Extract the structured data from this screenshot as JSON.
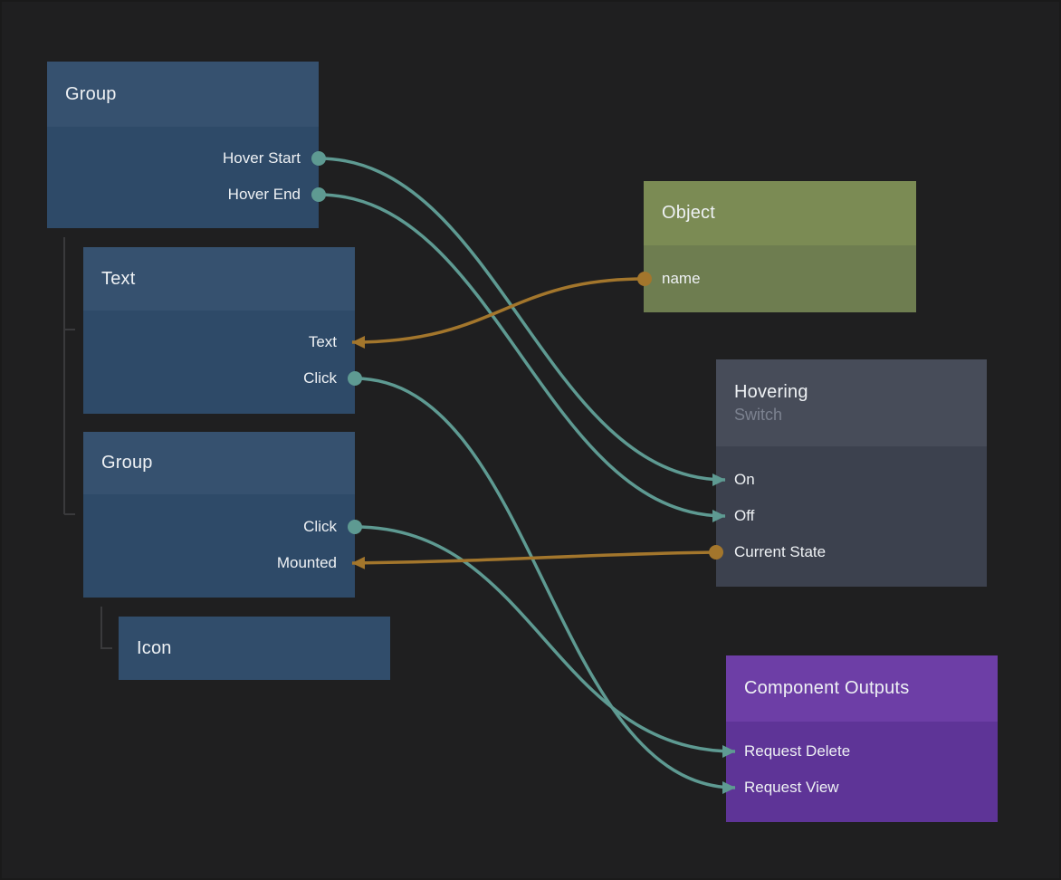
{
  "canvas": {
    "background": "#1f1f20"
  },
  "colors": {
    "signal_wire": "#5e9a92",
    "data_wire": "#a3762c",
    "tree_line": "#3a3a3c",
    "node_blue_header": "#36516f",
    "node_blue_body": "#2e4a68",
    "node_green_header": "#7b8b54",
    "node_green_body": "#6e7d50",
    "node_gray_header": "#474c59",
    "node_gray_body": "#3c414e",
    "node_purple_header": "#6d3ea6",
    "node_purple_body": "#5e3497",
    "title_text": "#eef1f4",
    "subtitle_text": "#7c8290"
  },
  "nodes": {
    "group1": {
      "title": "Group",
      "ports": [
        {
          "label": "Hover Start",
          "kind": "signal-output"
        },
        {
          "label": "Hover End",
          "kind": "signal-output"
        }
      ]
    },
    "text1": {
      "title": "Text",
      "ports": [
        {
          "label": "Text",
          "kind": "data-input"
        },
        {
          "label": "Click",
          "kind": "signal-output"
        }
      ]
    },
    "group2": {
      "title": "Group",
      "ports": [
        {
          "label": "Click",
          "kind": "signal-output"
        },
        {
          "label": "Mounted",
          "kind": "data-input"
        }
      ]
    },
    "icon1": {
      "title": "Icon"
    },
    "object1": {
      "title": "Object",
      "ports": [
        {
          "label": "name",
          "kind": "data-output"
        }
      ]
    },
    "hovering1": {
      "title": "Hovering",
      "subtitle": "Switch",
      "ports": [
        {
          "label": "On",
          "kind": "signal-input"
        },
        {
          "label": "Off",
          "kind": "signal-input"
        },
        {
          "label": "Current State",
          "kind": "data-output"
        }
      ]
    },
    "outputs1": {
      "title": "Component Outputs",
      "ports": [
        {
          "label": "Request Delete",
          "kind": "signal-input"
        },
        {
          "label": "Request View",
          "kind": "signal-input"
        }
      ]
    }
  },
  "connections": [
    {
      "from": "Group.Hover Start",
      "to": "Hovering.On",
      "type": "signal"
    },
    {
      "from": "Group.Hover End",
      "to": "Hovering.Off",
      "type": "signal"
    },
    {
      "from": "Object.name",
      "to": "Text.Text",
      "type": "data"
    },
    {
      "from": "Text.Click",
      "to": "Component Outputs.Request View",
      "type": "signal"
    },
    {
      "from": "Group.Click",
      "to": "Component Outputs.Request Delete",
      "type": "signal"
    },
    {
      "from": "Hovering.Current State",
      "to": "Group.Mounted",
      "type": "data"
    }
  ]
}
